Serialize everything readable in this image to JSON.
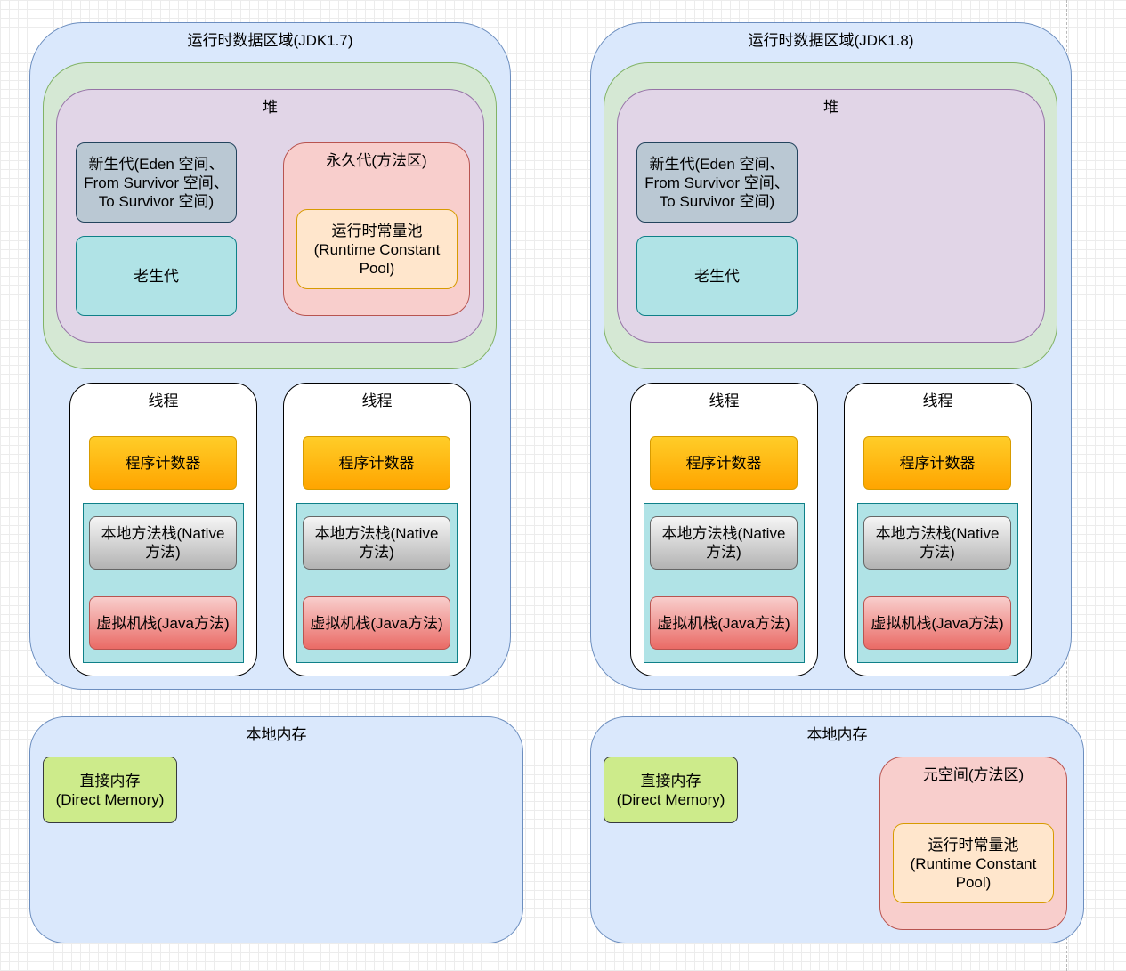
{
  "jdk17": {
    "title": "运行时数据区域(JDK1.7)",
    "heap": {
      "title": "堆",
      "young": "新生代(Eden 空间、\nFrom Survivor 空间、\nTo Survivor 空间)",
      "old": "老生代",
      "permgen": {
        "title": "永久代(方法区)",
        "pool": "运行时常量池\n(Runtime Constant\nPool)"
      }
    },
    "threads": [
      {
        "title": "线程",
        "pc": "程序计数器",
        "native_stack": "本地方法栈(Native\n方法)",
        "vm_stack": "虚拟机栈(Java方法)"
      },
      {
        "title": "线程",
        "pc": "程序计数器",
        "native_stack": "本地方法栈(Native\n方法)",
        "vm_stack": "虚拟机栈(Java方法)"
      }
    ],
    "native_memory": {
      "title": "本地内存",
      "direct": "直接内存\n(Direct Memory)"
    }
  },
  "jdk18": {
    "title": "运行时数据区域(JDK1.8)",
    "heap": {
      "title": "堆",
      "young": "新生代(Eden 空间、\nFrom Survivor 空间、\nTo Survivor 空间)",
      "old": "老生代"
    },
    "threads": [
      {
        "title": "线程",
        "pc": "程序计数器",
        "native_stack": "本地方法栈(Native\n方法)",
        "vm_stack": "虚拟机栈(Java方法)"
      },
      {
        "title": "线程",
        "pc": "程序计数器",
        "native_stack": "本地方法栈(Native\n方法)",
        "vm_stack": "虚拟机栈(Java方法)"
      }
    ],
    "native_memory": {
      "title": "本地内存",
      "direct": "直接内存\n(Direct Memory)",
      "metaspace": {
        "title": "元空间(方法区)",
        "pool": "运行时常量池\n(Runtime Constant\nPool)"
      }
    }
  }
}
